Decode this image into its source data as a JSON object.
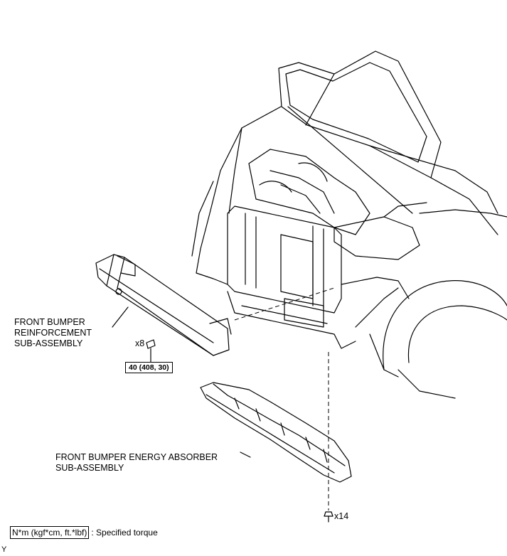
{
  "labels": {
    "reinforcement": "FRONT BUMPER\nREINFORCEMENT\nSUB-ASSEMBLY",
    "absorber": "FRONT BUMPER ENERGY ABSORBER\nSUB-ASSEMBLY",
    "qty_bolts_reinf": "x8",
    "qty_clips_absorber": "x14",
    "torque_value": "40 (408, 30)"
  },
  "legend": {
    "unit_box": "N*m (kgf*cm, ft.*lbf)",
    "text": ": Specified torque"
  },
  "corner_mark": "Y"
}
